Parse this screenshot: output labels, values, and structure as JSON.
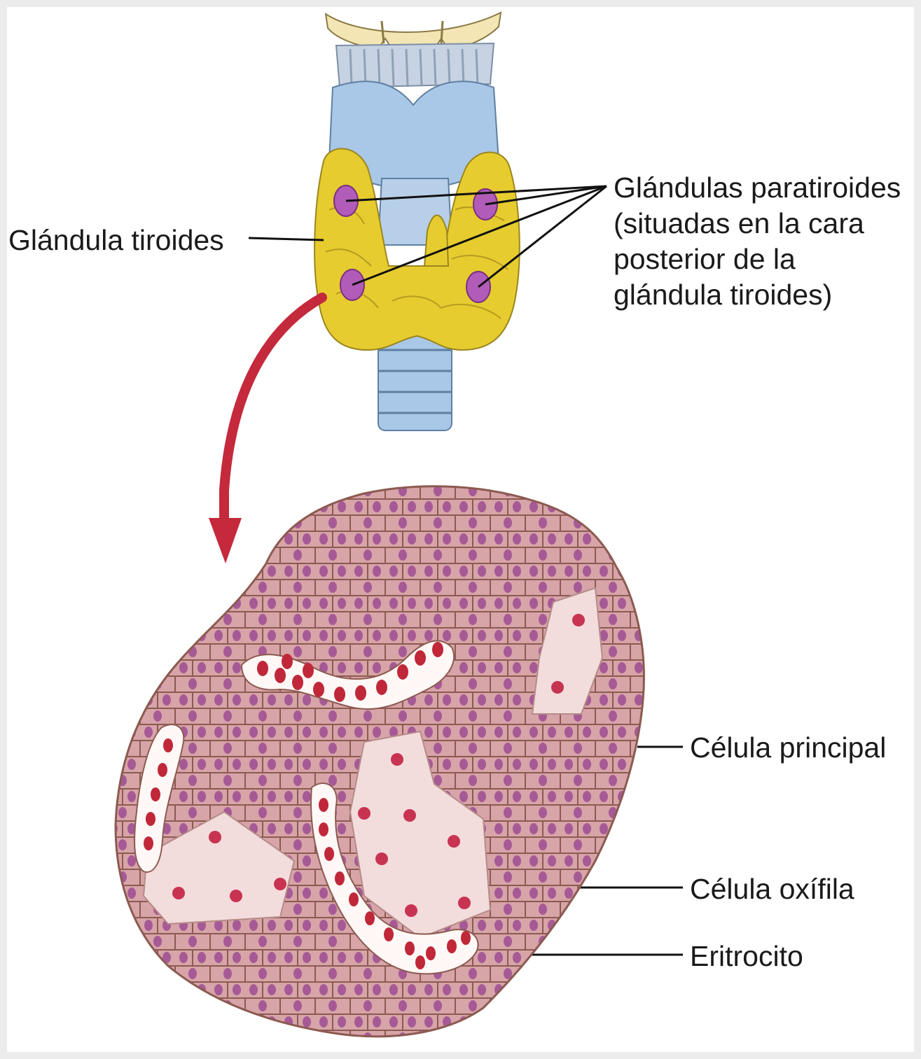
{
  "labels": {
    "thyroid": "Glándula tiroides",
    "parathyroid": [
      "Glándulas paratiroides",
      "(situadas en la cara",
      "posterior de la",
      "glándula tiroides)"
    ],
    "chief_cell": "Célula principal",
    "oxyphil_cell": "Célula oxífila",
    "erythrocyte": "Eritrocito"
  },
  "colors": {
    "thyroid_yellow": "#e6cc2e",
    "parathyroid_purple": "#b15cb8",
    "cartilage_blue": "#a9c7e6",
    "hyoid_cream": "#f3e6b4",
    "tissue_pink": "#d7a4a8",
    "cell_border": "#8c5a50",
    "nucleus_purple": "#a65a95",
    "oxyphil_fill": "#f3dcdc",
    "erythrocyte_red": "#c0283a",
    "arrow_red": "#c42a3c"
  }
}
